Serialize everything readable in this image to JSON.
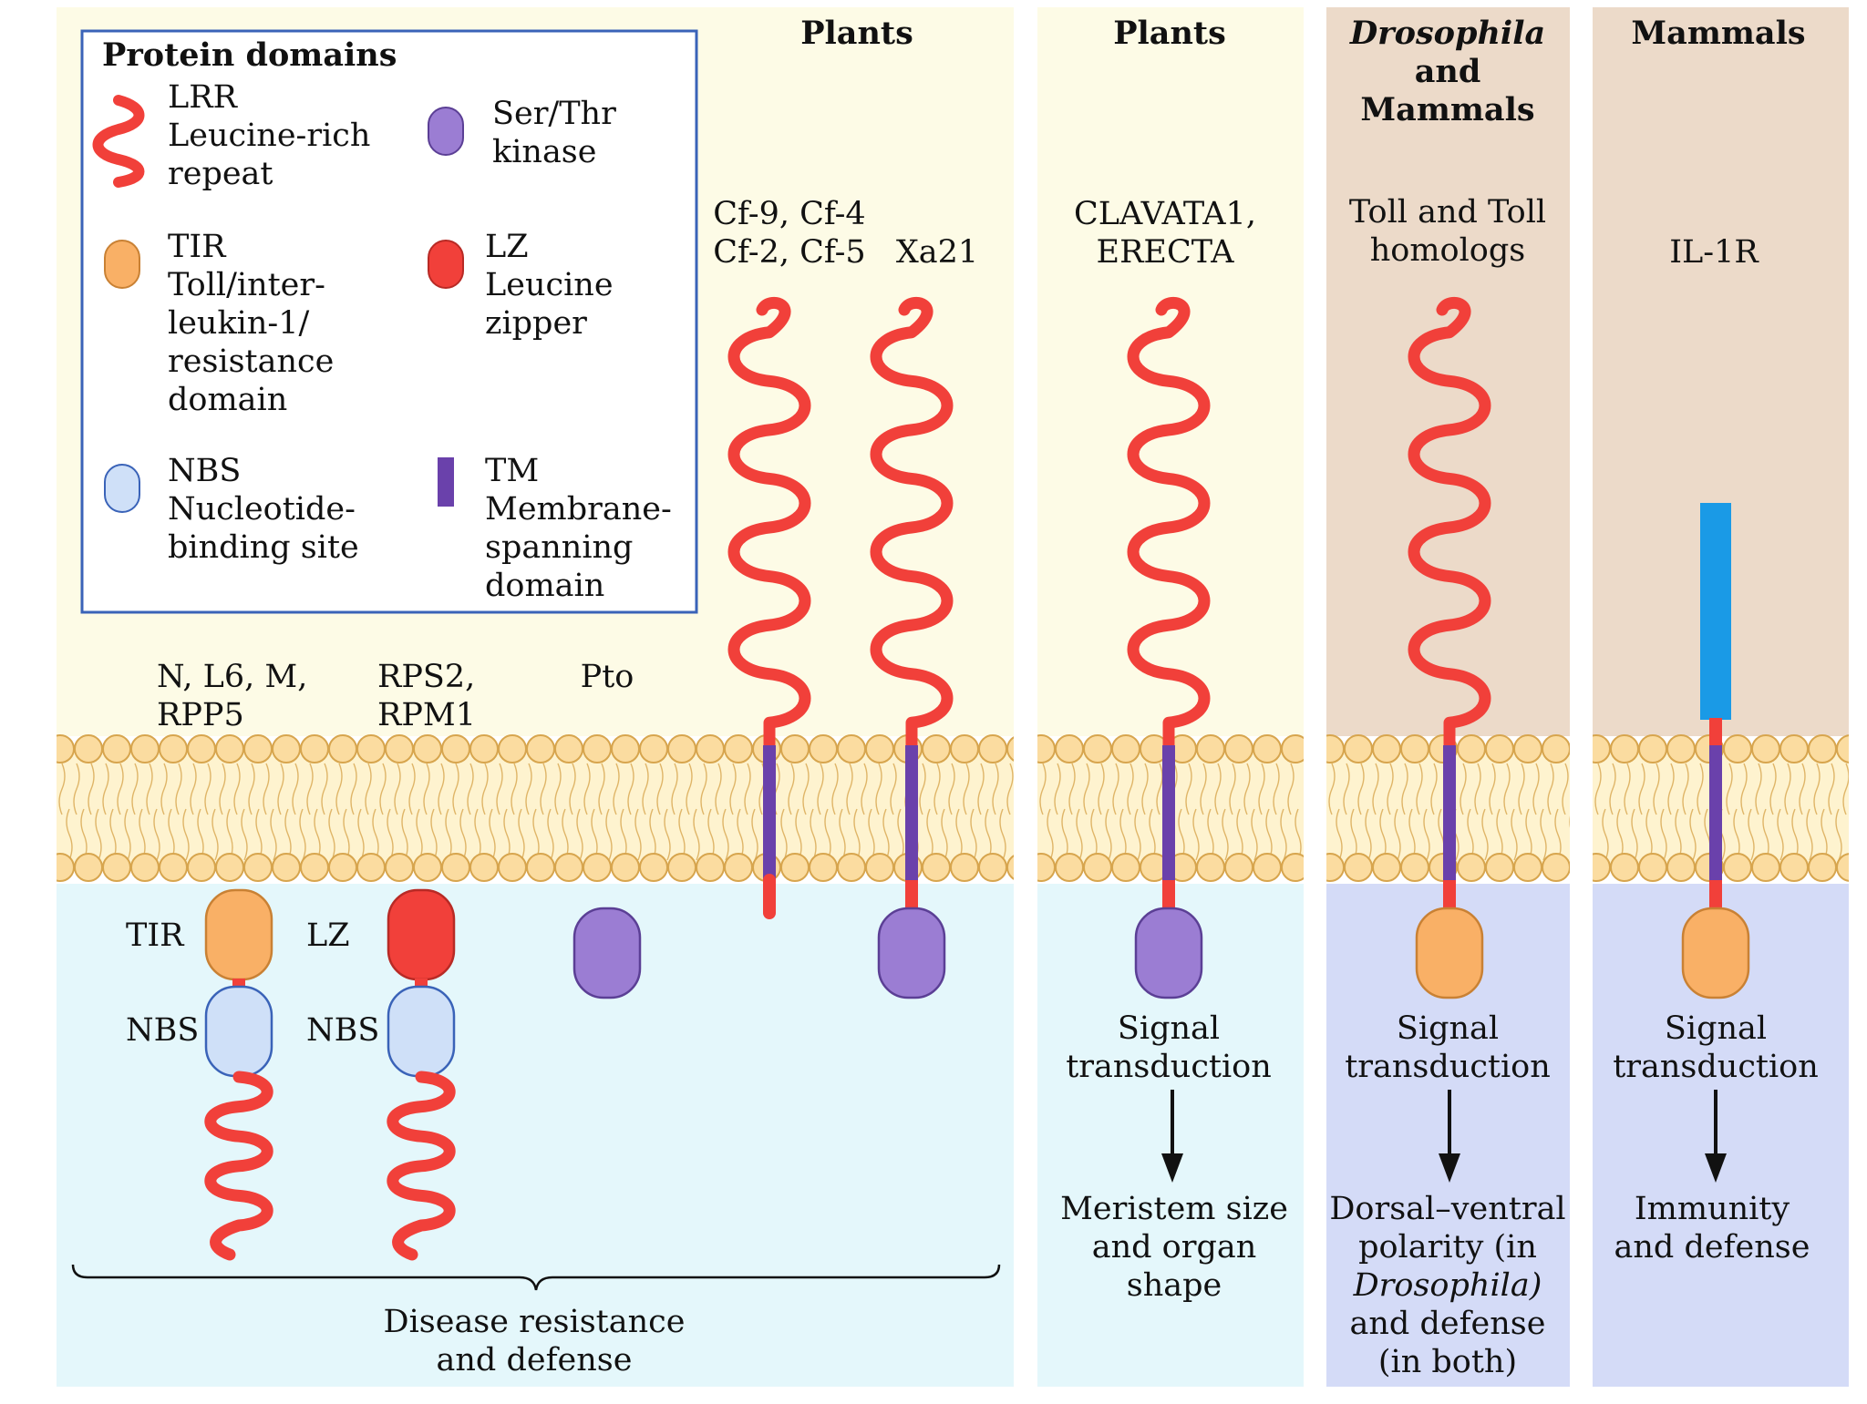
{
  "colors": {
    "panel_plants": "#fdfbe6",
    "panel_animal": "#ecdac9",
    "cyto_plants": "#e4f7fb",
    "cyto_animal": "#d4dbf7",
    "lrr": "#f1403a",
    "kinase": "#9b7dd3",
    "tir": "#f9b066",
    "nbs": "#cfe0f8",
    "tm": "#6a41ab",
    "lz": "#f1403a",
    "il1r_ext": "#1a9ae6",
    "membrane_head": "#fbdca0",
    "membrane_edge": "#d7a54e",
    "legend_border": "#3a63b8"
  },
  "legend": {
    "title": "Protein domains",
    "lrr": {
      "abbr": "LRR",
      "line1": "Leucine-rich",
      "line2": "repeat",
      "icon": "wavy-line-icon"
    },
    "kinase": {
      "line1": "Ser/Thr",
      "line2": "kinase",
      "icon": "rounded-oval-icon"
    },
    "tir": {
      "abbr": "TIR",
      "line1": "Toll/inter-",
      "line2": "leukin-1/",
      "line3": "resistance",
      "line4": "domain",
      "icon": "rounded-oval-icon"
    },
    "lz": {
      "abbr": "LZ",
      "line1": "Leucine",
      "line2": "zipper",
      "icon": "rounded-oval-icon"
    },
    "nbs": {
      "abbr": "NBS",
      "line1": "Nucleotide-",
      "line2": "binding site",
      "icon": "rounded-oval-icon"
    },
    "tm": {
      "abbr": "TM",
      "line1": "Membrane-",
      "line2": "spanning",
      "line3": "domain",
      "icon": "bar-icon"
    }
  },
  "panels": {
    "p1": {
      "header": "Plants"
    },
    "p2": {
      "header": "Plants"
    },
    "p3": {
      "header_line1": "Drosophila",
      "header_line2": "and",
      "header_line3": "Mammals"
    },
    "p4": {
      "header": "Mammals"
    }
  },
  "proteins": {
    "n_group": {
      "label1": "N, L6, M,",
      "label2": "RPP5",
      "tir": "TIR",
      "nbs": "NBS"
    },
    "rps_group": {
      "label1": "RPS2,",
      "label2": "RPM1",
      "lz": "LZ",
      "nbs": "NBS"
    },
    "pto": {
      "label": "Pto"
    },
    "cf": {
      "label1": "Cf-9, Cf-4",
      "label2": "Cf-2, Cf-5"
    },
    "xa21": {
      "label": "Xa21"
    },
    "clavata": {
      "label1": "CLAVATA1,",
      "label2": "ERECTA"
    },
    "toll": {
      "label1": "Toll and Toll",
      "label2": "homologs"
    },
    "il1r": {
      "label": "IL-1R"
    }
  },
  "outcomes": {
    "disease": {
      "line1": "Disease resistance",
      "line2": "and defense"
    },
    "signal": {
      "line1": "Signal",
      "line2": "transduction"
    },
    "meristem": {
      "line1": "Meristem size",
      "line2": "and organ",
      "line3": "shape"
    },
    "dorsal": {
      "line1": "Dorsal–ventral",
      "line2": "polarity (in",
      "line3": "Drosophila)",
      "line4": "and defense",
      "line5": "(in both)"
    },
    "immunity": {
      "line1": "Immunity",
      "line2": "and defense"
    }
  }
}
